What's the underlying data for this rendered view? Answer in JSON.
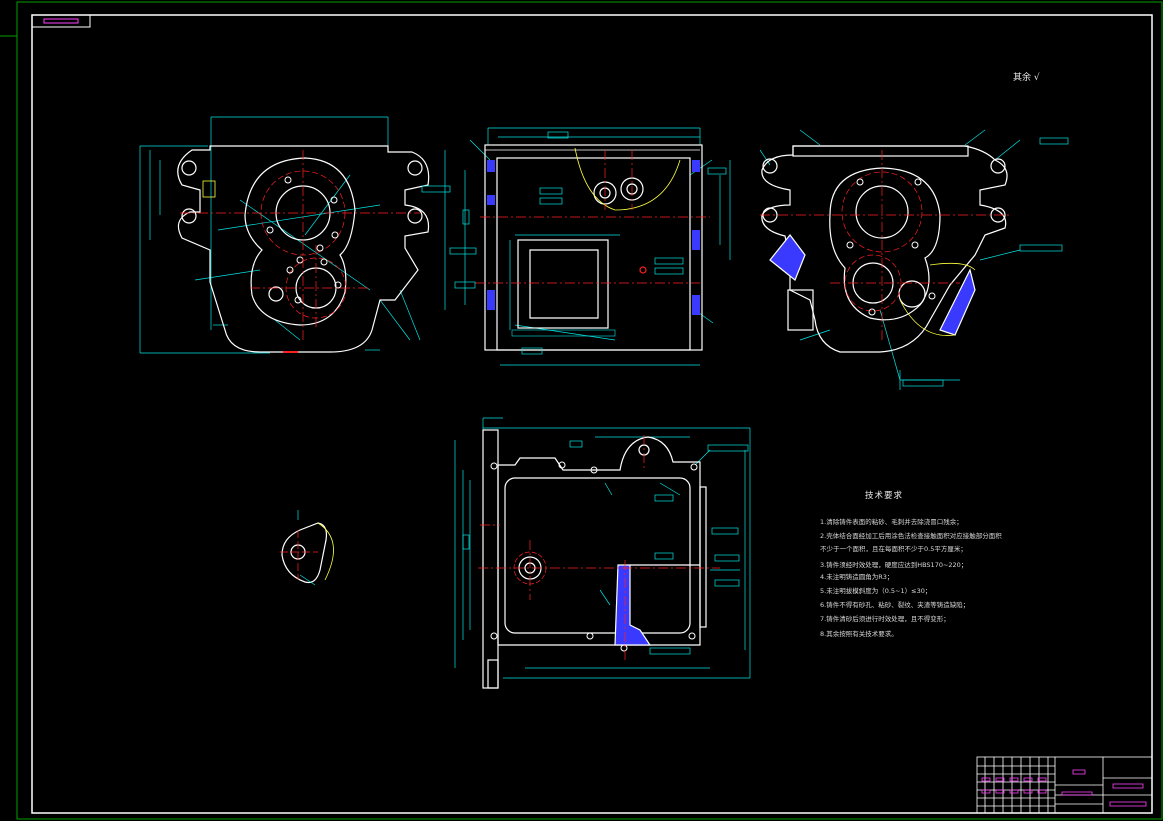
{
  "drawing": {
    "roughness_note": "其余 √",
    "tech_title": "技术要求",
    "tech_requirements": [
      "1.清除铸件表面的粘砂、毛刺并去除浇冒口残余；",
      "2.壳体结合面经加工后用涂色法检查接触面积对应接触部分面积",
      "不少于一个面积，且在每面积不少于0.5平方厘米；",
      "3.铸件须经时效处理，硬度应达到HBS170~220；",
      "4.未注明铸造圆角为R3；",
      "5.未注明拔模斜度为（0.5~1）≤30；",
      "6.铸件不得有砂孔、粘砂、裂纹、夹渣等铸造缺陷；",
      "7.铸件清砂后须进行时效处理，且不得变形；",
      "8.其余按照有关技术要求。"
    ]
  },
  "colors": {
    "background": "#000000",
    "frame": "#ffffff",
    "outline": "#ffffff",
    "dimension": "#00e5e5",
    "centerline": "#ff2020",
    "hatch": "#3a3aff",
    "hidden": "#ffff40",
    "tag": "#ff40ff",
    "border_green": "#00a000"
  }
}
